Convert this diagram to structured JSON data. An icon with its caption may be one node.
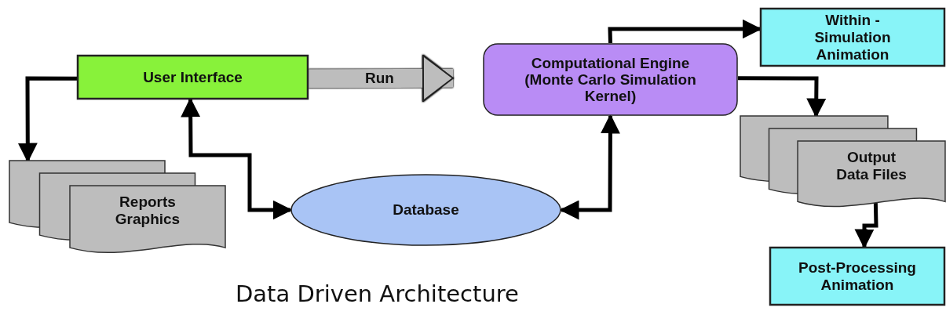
{
  "diagram": {
    "caption": "Data Driven Architecture",
    "nodes": [
      {
        "text": [
          "User Interface"
        ]
      },
      {
        "text": [
          "Computational Engine (Monte Carlo Simulation Kernel)"
        ]
      },
      {
        "text": [
          "Within - Simulation Animation"
        ]
      },
      {
        "text": [
          "Reports Graphics"
        ]
      },
      {
        "text": [
          "Database"
        ]
      },
      {
        "text": [
          "Output Data Files"
        ]
      },
      {
        "text": [
          "Post-Processing Animation"
        ]
      }
    ],
    "edges": [
      {
        "from": 0,
        "to": 1,
        "arrow": "to",
        "label": "Run",
        "style": "thick",
        "color": "#bdbdbd"
      },
      {
        "from": 0,
        "to": 3,
        "arrow": "to"
      },
      {
        "from": 0,
        "to": 4,
        "arrow": "both"
      },
      {
        "from": 1,
        "to": 4,
        "arrow": "both"
      },
      {
        "from": 1,
        "to": 2,
        "arrow": "to"
      },
      {
        "from": 1,
        "to": 5,
        "arrow": "to"
      },
      {
        "from": 5,
        "to": 6,
        "arrow": "to"
      }
    ]
  }
}
